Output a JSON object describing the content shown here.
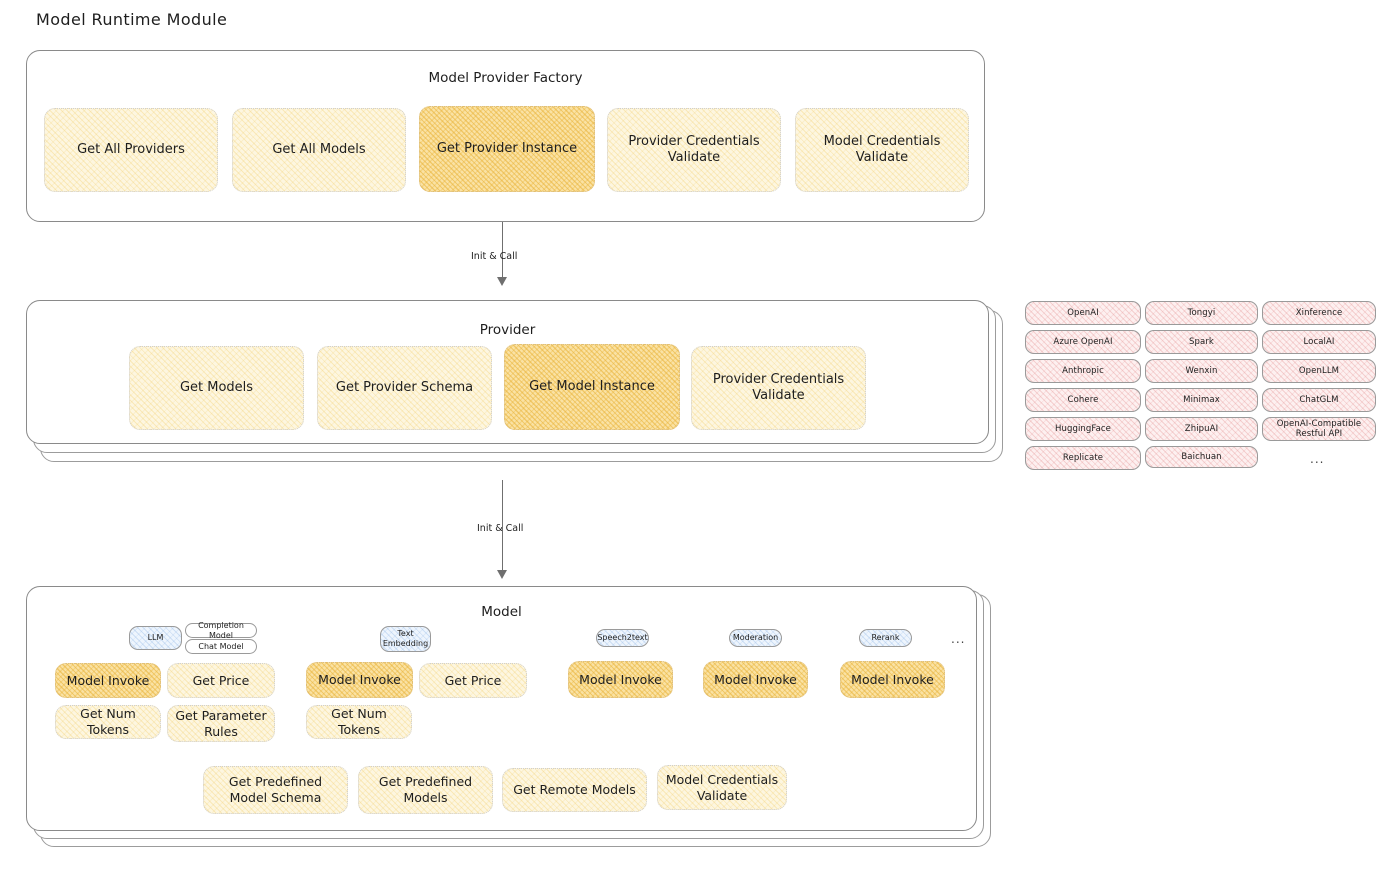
{
  "title": "Model Runtime Module",
  "factory": {
    "title": "Model Provider Factory",
    "ops": [
      {
        "label": "Get All Providers",
        "highlight": false
      },
      {
        "label": "Get All Models",
        "highlight": false
      },
      {
        "label": "Get Provider Instance",
        "highlight": true
      },
      {
        "label": "Provider Credentials Validate",
        "highlight": false
      },
      {
        "label": "Model Credentials Validate",
        "highlight": false
      }
    ]
  },
  "arrows": [
    {
      "label": "Init & Call"
    },
    {
      "label": "Init & Call"
    }
  ],
  "provider": {
    "title": "Provider",
    "ops": [
      {
        "label": "Get Models",
        "highlight": false
      },
      {
        "label": "Get Provider Schema",
        "highlight": false
      },
      {
        "label": "Get Model Instance",
        "highlight": true
      },
      {
        "label": "Provider Credentials Validate",
        "highlight": false
      }
    ]
  },
  "provider_list": {
    "columns": [
      [
        "OpenAI",
        "Azure OpenAI",
        "Anthropic",
        "Cohere",
        "HuggingFace",
        "Replicate"
      ],
      [
        "Tongyi",
        "Spark",
        "Wenxin",
        "Minimax",
        "ZhipuAI",
        "Baichuan"
      ],
      [
        "Xinference",
        "LocalAI",
        "OpenLLM",
        "ChatGLM",
        "OpenAI-Compatible Restful API"
      ]
    ],
    "more": "..."
  },
  "model": {
    "title": "Model",
    "more": "...",
    "types": [
      {
        "badge": "LLM",
        "sub_badges": [
          "Completion Model",
          "Chat Model"
        ],
        "ops_row1": [
          {
            "label": "Model Invoke",
            "highlight": true
          },
          {
            "label": "Get Price",
            "highlight": false
          }
        ],
        "ops_row2": [
          {
            "label": "Get Num Tokens",
            "highlight": false
          },
          {
            "label": "Get Parameter Rules",
            "highlight": false
          }
        ]
      },
      {
        "badge": "Text Embedding",
        "sub_badges": [],
        "ops_row1": [
          {
            "label": "Model Invoke",
            "highlight": true
          },
          {
            "label": "Get Price",
            "highlight": false
          }
        ],
        "ops_row2": [
          {
            "label": "Get Num Tokens",
            "highlight": false
          }
        ]
      },
      {
        "badge": "Speech2text",
        "sub_badges": [],
        "ops_row1": [
          {
            "label": "Model Invoke",
            "highlight": true
          }
        ],
        "ops_row2": []
      },
      {
        "badge": "Moderation",
        "sub_badges": [],
        "ops_row1": [
          {
            "label": "Model Invoke",
            "highlight": true
          }
        ],
        "ops_row2": []
      },
      {
        "badge": "Rerank",
        "sub_badges": [],
        "ops_row1": [
          {
            "label": "Model Invoke",
            "highlight": true
          }
        ],
        "ops_row2": []
      }
    ],
    "common_ops": [
      {
        "label": "Get Predefined Model Schema",
        "highlight": false
      },
      {
        "label": "Get Predefined Models",
        "highlight": false
      },
      {
        "label": "Get Remote Models",
        "highlight": false
      },
      {
        "label": "Model Credentials Validate",
        "highlight": false
      }
    ]
  },
  "colors": {
    "op_fill": "#fdf6e0",
    "op_fill_highlight": "#fae2a4",
    "chip_fill": "#fdf0f0",
    "badge_fill": "#eef5fd",
    "stroke": "#8a8a8a",
    "text": "#1e1e1e"
  }
}
